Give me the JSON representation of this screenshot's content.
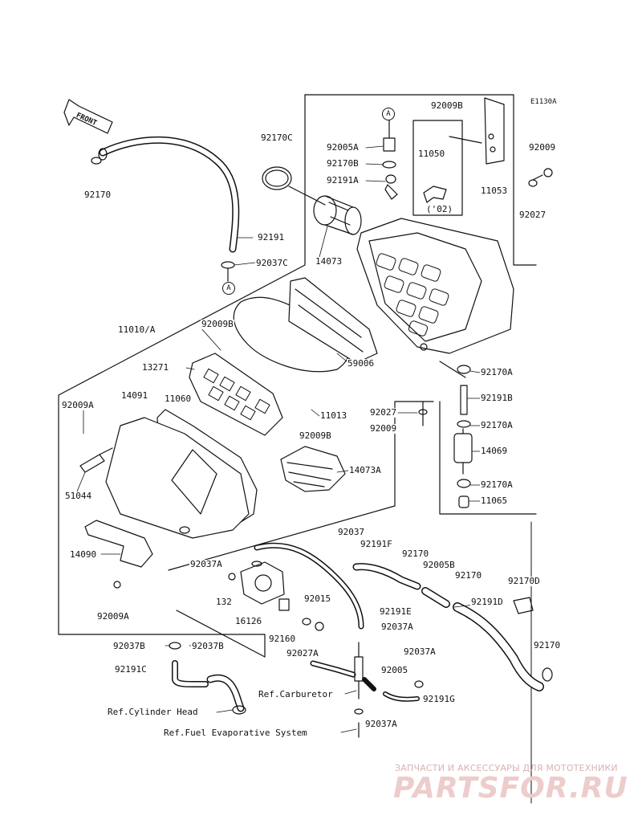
{
  "diagram": {
    "code": "E1130A",
    "front_label": "FRONT",
    "callouts": [
      {
        "id": "c1",
        "text": "A"
      },
      {
        "id": "c2",
        "text": "A"
      }
    ],
    "labels": [
      {
        "id": "p92170a_top",
        "text": "92170"
      },
      {
        "id": "p92170c",
        "text": "92170C"
      },
      {
        "id": "p92191",
        "text": "92191"
      },
      {
        "id": "p92037c",
        "text": "92037C"
      },
      {
        "id": "p92005a",
        "text": "92005A"
      },
      {
        "id": "p92170b",
        "text": "92170B"
      },
      {
        "id": "p92191a",
        "text": "92191A"
      },
      {
        "id": "p14073",
        "text": "14073"
      },
      {
        "id": "p92009b_top",
        "text": "92009B"
      },
      {
        "id": "p11050",
        "text": "11050"
      },
      {
        "id": "p02",
        "text": "('02)"
      },
      {
        "id": "p11053",
        "text": "11053"
      },
      {
        "id": "p92009_r",
        "text": "92009"
      },
      {
        "id": "p92027_r",
        "text": "92027"
      },
      {
        "id": "p11010a",
        "text": "11010/A"
      },
      {
        "id": "p92009b_mid",
        "text": "92009B"
      },
      {
        "id": "p13271",
        "text": "13271"
      },
      {
        "id": "p59006",
        "text": "59006"
      },
      {
        "id": "p92170a_1",
        "text": "92170A"
      },
      {
        "id": "p92191b",
        "text": "92191B"
      },
      {
        "id": "p14091",
        "text": "14091"
      },
      {
        "id": "p11060",
        "text": "11060"
      },
      {
        "id": "p92009a_l",
        "text": "92009A"
      },
      {
        "id": "p11013",
        "text": "11013"
      },
      {
        "id": "p92009b_low",
        "text": "92009B"
      },
      {
        "id": "p92027_c",
        "text": "92027"
      },
      {
        "id": "p92009_c",
        "text": "92009"
      },
      {
        "id": "p92170a_2",
        "text": "92170A"
      },
      {
        "id": "p14069",
        "text": "14069"
      },
      {
        "id": "p14073a",
        "text": "14073A"
      },
      {
        "id": "p51044",
        "text": "51044"
      },
      {
        "id": "p92170a_3",
        "text": "92170A"
      },
      {
        "id": "p11065",
        "text": "11065"
      },
      {
        "id": "p14090",
        "text": "14090"
      },
      {
        "id": "p92037_top",
        "text": "92037"
      },
      {
        "id": "p92191f",
        "text": "92191F"
      },
      {
        "id": "p92170_m",
        "text": "92170"
      },
      {
        "id": "p92037a_l",
        "text": "92037A"
      },
      {
        "id": "p92005b",
        "text": "92005B"
      },
      {
        "id": "p92170_m2",
        "text": "92170"
      },
      {
        "id": "p92170d",
        "text": "92170D"
      },
      {
        "id": "p92009a_b",
        "text": "92009A"
      },
      {
        "id": "p132",
        "text": "132"
      },
      {
        "id": "p92191e",
        "text": "92191E"
      },
      {
        "id": "p92015",
        "text": "92015"
      },
      {
        "id": "p92191d",
        "text": "92191D"
      },
      {
        "id": "p16126",
        "text": "16126"
      },
      {
        "id": "p92037a_m",
        "text": "92037A"
      },
      {
        "id": "p92160",
        "text": "92160"
      },
      {
        "id": "p92037b_1",
        "text": "92037B"
      },
      {
        "id": "p92037b_2",
        "text": "92037B"
      },
      {
        "id": "p92027a",
        "text": "92027A"
      },
      {
        "id": "p92037a_r",
        "text": "92037A"
      },
      {
        "id": "p92170_br",
        "text": "92170"
      },
      {
        "id": "p92191c",
        "text": "92191C"
      },
      {
        "id": "p92005",
        "text": "92005"
      },
      {
        "id": "p92191g",
        "text": "92191G"
      },
      {
        "id": "p92037a_b",
        "text": "92037A"
      }
    ],
    "references": [
      {
        "id": "r_carb",
        "text": "Ref.Carburetor"
      },
      {
        "id": "r_cyl",
        "text": "Ref.Cylinder Head"
      },
      {
        "id": "r_fuel",
        "text": "Ref.Fuel Evaporative System"
      }
    ]
  },
  "watermark": {
    "line1": "ЗАПЧАСТИ И АКСЕССУАРЫ ДЛЯ МОТОТЕХНИКИ",
    "line2": "PARTSFOR.RU",
    "color": "#e8b8b8"
  }
}
